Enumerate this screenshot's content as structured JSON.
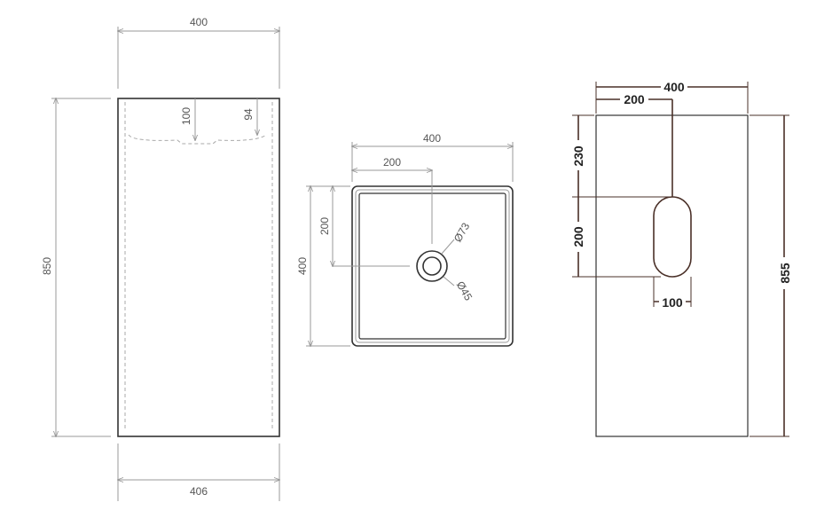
{
  "front_view": {
    "top_width": "400",
    "bottom_width": "406",
    "height": "850",
    "depth_center": "100",
    "depth_side": "94"
  },
  "top_view": {
    "width": "400",
    "drain_offset_x": "200",
    "depth": "400",
    "drain_offset_y": "200",
    "outer_diameter": "Ø73",
    "inner_diameter": "Ø45"
  },
  "back_view": {
    "width": "400",
    "cutout_offset_x": "200",
    "cutout_top": "230",
    "cutout_height": "200",
    "cutout_width": "100",
    "height": "855"
  },
  "colors": {
    "back_view_lines": "#4a3028"
  }
}
